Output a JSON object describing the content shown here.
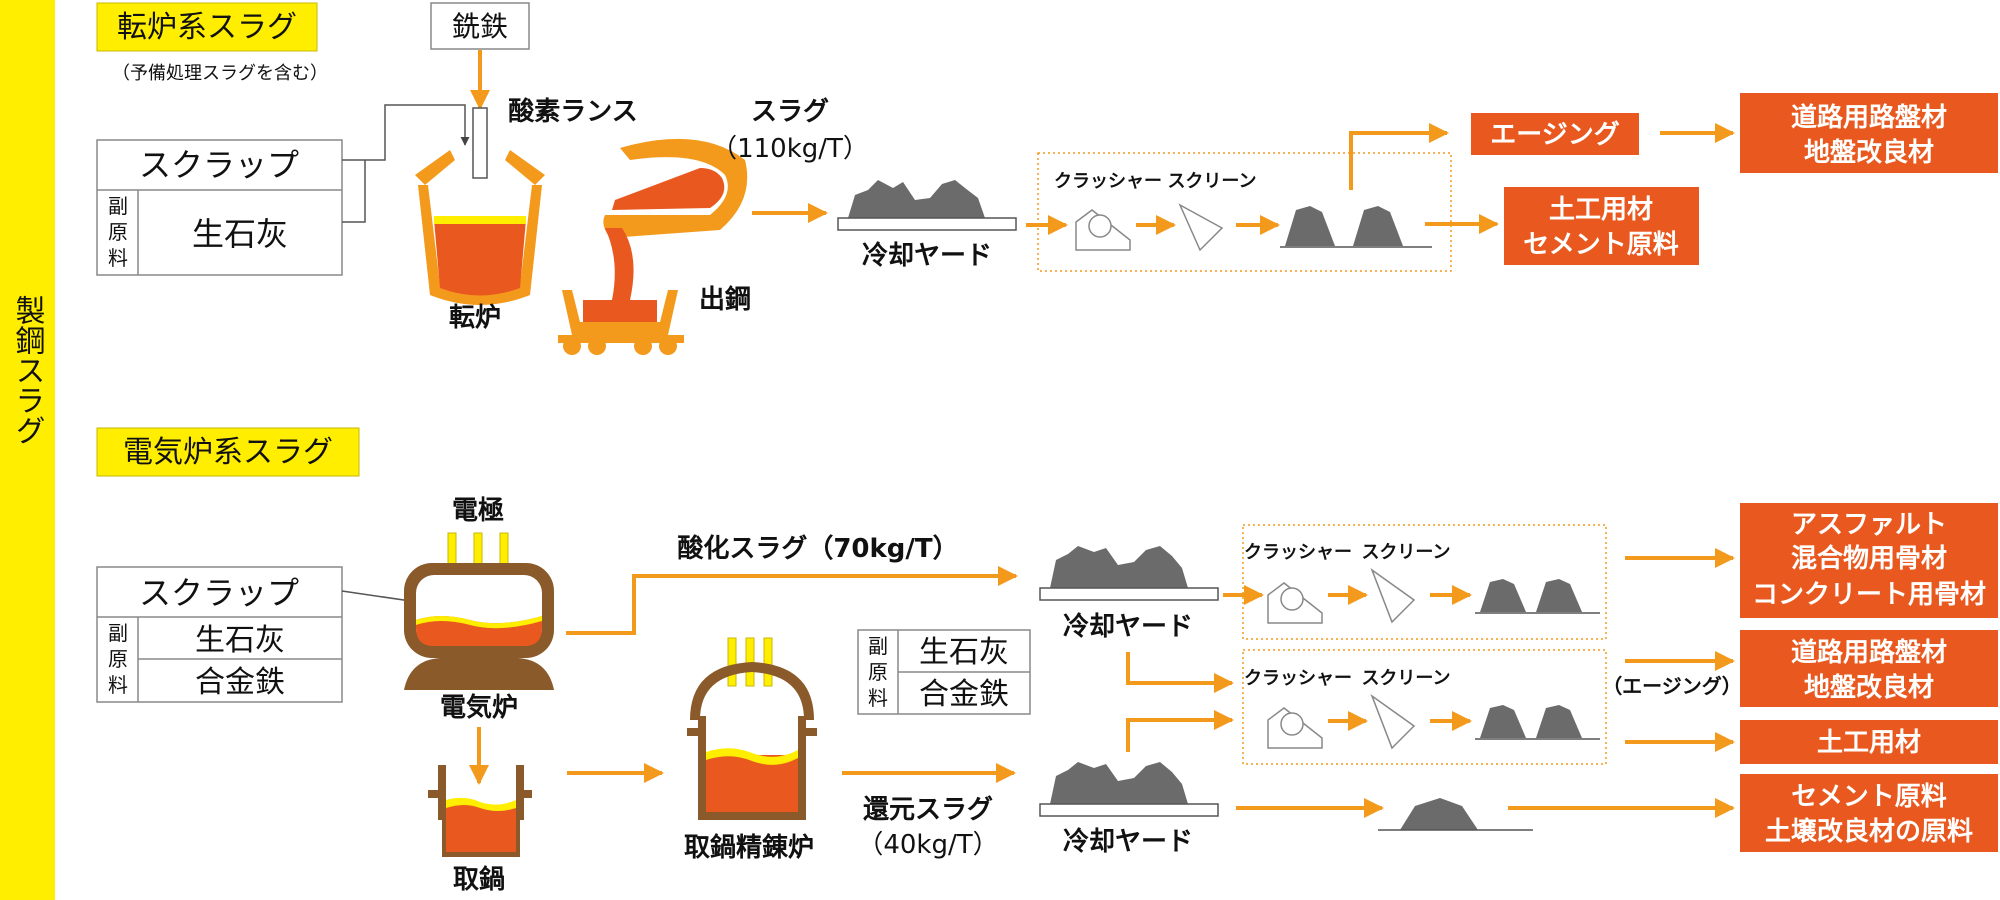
{
  "side_label": "製鋼スラグ",
  "bof": {
    "title": "転炉系スラグ",
    "subtitle": "（予備処理スラグを含む）",
    "pig_iron": "銑鉄",
    "oxygen_lance": "酸素ランス",
    "scrap": "スクラップ",
    "sub_materials_label": [
      "副",
      "原",
      "料"
    ],
    "lime": "生石灰",
    "furnace_label": "転炉",
    "slag_label": "スラグ",
    "slag_amount": "（110kg/T）",
    "tapping": "出鋼",
    "cooling_yard": "冷却ヤード",
    "crusher": "クラッシャー",
    "screen": "スクリーン",
    "aging": "エージング",
    "product_road": [
      "道路用路盤材",
      "地盤改良材"
    ],
    "product_civil": [
      "土工用材",
      "セメント原料"
    ]
  },
  "eaf": {
    "title": "電気炉系スラグ",
    "electrode": "電極",
    "scrap": "スクラップ",
    "sub_materials_label": [
      "副",
      "原",
      "料"
    ],
    "lime": "生石灰",
    "ferroalloy": "合金鉄",
    "furnace_label": "電気炉",
    "oxidizing_slag": "酸化スラグ（70kg/T）",
    "ladle": "取鍋",
    "ladle_refining": "取鍋精錬炉",
    "lf_sub_materials_label": [
      "副",
      "原",
      "料"
    ],
    "lf_lime": "生石灰",
    "lf_ferroalloy": "合金鉄",
    "reducing_slag": "還元スラグ",
    "reducing_amount": "（40kg/T）",
    "cooling_yard_1": "冷却ヤード",
    "cooling_yard_2": "冷却ヤード",
    "crusher": "クラッシャー",
    "screen": "スクリーン",
    "aging_note": "（エージング）",
    "product_asphalt": [
      "アスファルト",
      "混合物用骨材",
      "コンクリート用骨材"
    ],
    "product_road": [
      "道路用路盤材",
      "地盤改良材"
    ],
    "product_civil": [
      "土工用材"
    ],
    "product_cement": [
      "セメント原料",
      "土壌改良材の原料"
    ]
  },
  "colors": {
    "yellow": "#ffee00",
    "orange_product": "#e9581e",
    "arrow": "#f39a1c",
    "furnace_brown": "#8a5a2b",
    "slag_gray": "#6b6b6b"
  }
}
